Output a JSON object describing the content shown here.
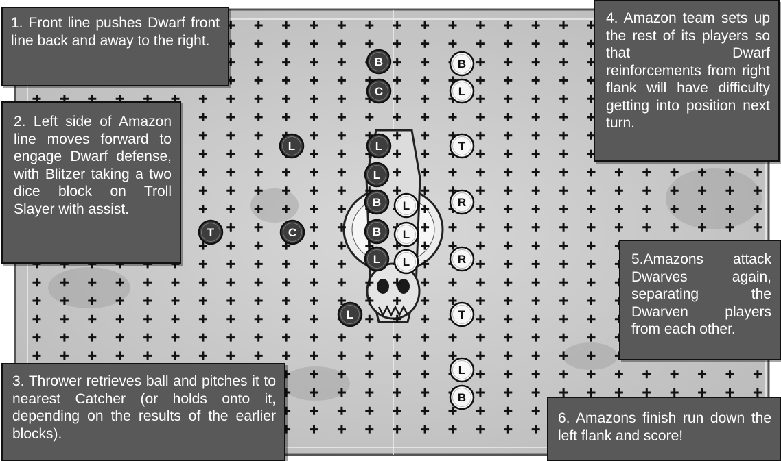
{
  "colors": {
    "pitch": "#cfcfcf",
    "pitch_dark": "#a9a9a9",
    "border": "#5a5a5a",
    "callout_bg": "#595959",
    "home_token": "#3d3d3d",
    "away_token": "#f7f7f7",
    "cross": "#111111"
  },
  "icons": [
    "skull-midfield-icon",
    "grid-cross-icon",
    "player-token-icon"
  ],
  "callouts": {
    "c1": "1. Front line pushes Dwarf front line back and away to the right.",
    "c2": "2. Left side of Amazon line moves forward to engage Dwarf defense, with Blitzer taking a two dice block on Troll Slayer with assist.",
    "c3": "3. Thrower retrieves ball and pitches it to nearest Catcher (or holds onto it, depending on the results of the earlier blocks).",
    "c4": "4. Amazon team sets up the rest of its players so that Dwarf reinforcements from right flank will have difficulty getting into position next turn.",
    "c5": "5.Amazons attack Dwarves again, separating the Dwarven players from each other.",
    "c6": "6. Amazons finish run down the left flank and score!"
  },
  "amazon_tokens": [
    "B",
    "C",
    "L",
    "L",
    "L",
    "T",
    "C",
    "B",
    "B",
    "L",
    "L"
  ],
  "dwarf_tokens": [
    "B",
    "L",
    "T",
    "L",
    "R",
    "L",
    "L",
    "R",
    "T",
    "L",
    "B"
  ]
}
